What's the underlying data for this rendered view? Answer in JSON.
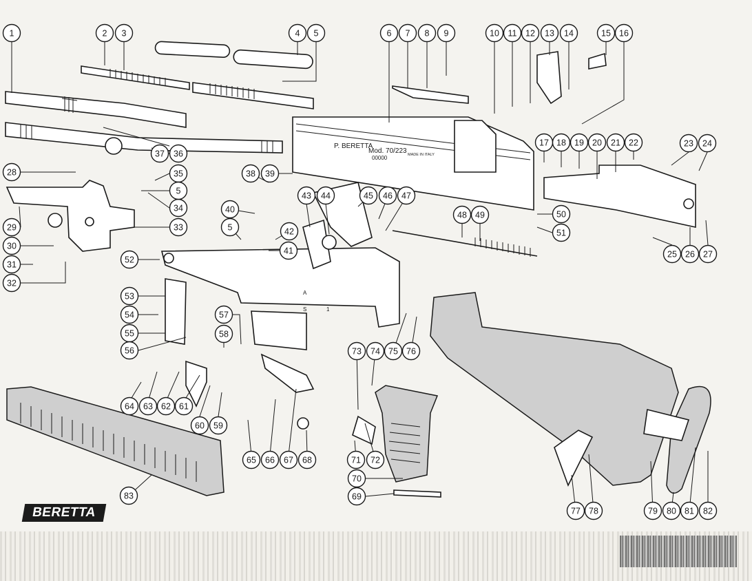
{
  "diagram": {
    "callouts": [
      "1",
      "2",
      "3",
      "4",
      "5",
      "6",
      "7",
      "8",
      "9",
      "10",
      "11",
      "12",
      "13",
      "14",
      "15",
      "16",
      "17",
      "18",
      "19",
      "20",
      "21",
      "22",
      "23",
      "24",
      "25",
      "26",
      "27",
      "28",
      "29",
      "30",
      "31",
      "32",
      "33",
      "34",
      "35",
      "36",
      "37",
      "38",
      "39",
      "40",
      "41",
      "42",
      "43",
      "44",
      "45",
      "46",
      "47",
      "48",
      "49",
      "50",
      "51",
      "52",
      "53",
      "54",
      "55",
      "56",
      "57",
      "58",
      "59",
      "60",
      "61",
      "62",
      "63",
      "64",
      "65",
      "66",
      "67",
      "68",
      "69",
      "70",
      "71",
      "72",
      "73",
      "74",
      "75",
      "76",
      "77",
      "78",
      "79",
      "80",
      "81",
      "82",
      "83"
    ],
    "extra_callouts": [
      "5",
      "5"
    ],
    "receiver_stamp": {
      "maker": "P. BERETTA",
      "model": "Mod. 70/223",
      "origin": "MADE IN ITALY",
      "serial": "00000"
    },
    "selector_marks": [
      "A",
      "S",
      "1"
    ]
  },
  "logo": {
    "text": "BERETTA"
  },
  "colors": {
    "ink": "#1a1a1a",
    "paper": "#f4f3ef"
  }
}
